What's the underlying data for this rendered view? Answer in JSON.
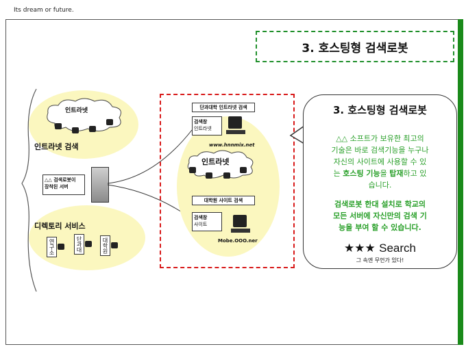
{
  "header": {
    "tagline": "Its dream or future."
  },
  "slide": {
    "title": "3. 호스팅형 검색로봇",
    "left": {
      "intranet_cloud": "인트라넷",
      "intranet_search": "인트라넷 검색",
      "server_label_1": "△△ 검색로봇이",
      "server_label_2": "장착된 서버",
      "directory_service": "디렉토리 서비스",
      "dept_boxes": [
        "연구소",
        "단과대",
        "대학원"
      ]
    },
    "center": {
      "college_search_header": "단과대학 인트라넷 검색",
      "search_box_1_line1": "검색창",
      "search_box_1_line2": "인트라넷",
      "url_1": "www.hnnmix.net",
      "intranet_cloud": "인트라넷",
      "univ_site_header": "대학원 사이트 검색",
      "search_box_2_line1": "검색창",
      "search_box_2_line2": "사이트",
      "url_2": "Mobe.OOO.ner"
    },
    "bubble": {
      "title": "3. 호스팅형 검색로봇",
      "para1_lines": [
        "△△ 소프트가 보유한 최고의",
        "기술은 바로 검색기능을 누구나",
        "자신의 사이트에 사용할 수 있"
      ],
      "para1_last_pre": "는 ",
      "para1_bold1": "호스팅 기능",
      "para1_mid": "을 ",
      "para1_bold2": "탑재",
      "para1_post": "하고 있",
      "para1_end": "습니다.",
      "para2_lines": [
        "검색로봇 한대 설치로 학교의",
        "모든 서버에 자신만의 검색 기",
        "능을 부여 할 수 있습니다."
      ],
      "stars": "★★★",
      "search_word": "Search",
      "sub": "그 속엔 무언가 있다!"
    }
  },
  "colors": {
    "accent_green": "#1f8f2a",
    "text_green": "#2aa02a",
    "dash_red": "#d81818",
    "blob_yellow": "#fbf7bf"
  }
}
